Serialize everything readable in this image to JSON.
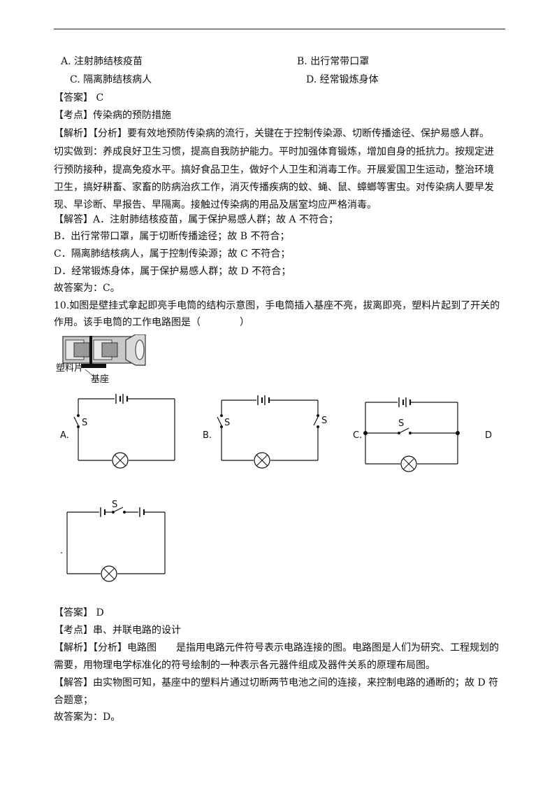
{
  "q9": {
    "option_a": "A. 注射肺结核疫苗",
    "option_b": "B. 出行常带口罩",
    "option_c": "C. 隔离肺结核病人",
    "option_d": "D. 经常锻炼身体",
    "answer": "【答案】 C",
    "point": "【考点】传染病的预防措施",
    "analysis": [
      "【解析】【分析】要有效地预防传染病的流行，关键在于控制传染源、切断传播途径、保护易感人群。",
      "切实做到：养成良好卫生习惯，提高自我防护能力。平时加强体育锻炼，增加自身的抵抗力。按规定进",
      "行预防接种，提高免疫水平。搞好食品卫生，做好个人卫生和消毒工作。开展爱国卫生运动，整治环境",
      "卫生，搞好耕畜、家畜的防病治疚工作，消灭传播疾病的蚊、蝇、鼠、蟑螂等害虫。对传染病人要早发",
      "现、早诊断、早报告、早隔离。接触过传染病的用品及居室均应严格消毒。"
    ],
    "explain": [
      "【解答】A．注射肺结核疫苗，属于保护易感人群；故 A 不符合；",
      "B．出行常带口罩，属于切断传播途径；故 B 不符合；",
      "C．隔离肺结核病人，属于控制传染源；故 C 不符合；",
      "D．经常锻炼身体，属于保护易感人群；故 D 不符合；",
      "故答案为：C。"
    ]
  },
  "q10": {
    "stem": [
      "10.如图是壁挂式拿起即亮手电筒的结构示意图，手电筒插入基座不亮，拔离即亮，塑料片起到了开关的",
      "作用。该手电筒的工作电路图是（　　　　）"
    ],
    "figure_labels": {
      "plastic": "塑料片",
      "base": "基座"
    },
    "switch_symbol": "S",
    "option_labels": {
      "a": "A.",
      "b": "B.",
      "c": "C.",
      "d": "D",
      "d_dot": "."
    },
    "answer": "【答案】 D",
    "point": "【考点】串、并联电路的设计",
    "analysis": [
      "【解析】【分析】电路图　　是指用电路元件符号表示电路连接的图。电路图是人们为研究、工程规划的",
      "需要，用物理电学标准化的符号绘制的一种表示各元器件组成及器件关系的原理布局图。"
    ],
    "explain": [
      "【解答】由实物图可知，基座中的塑料片通过切断两节电池之间的连接，来控制电路的通断的；故 D 符",
      "合题意；",
      "故答案为：D。"
    ]
  }
}
